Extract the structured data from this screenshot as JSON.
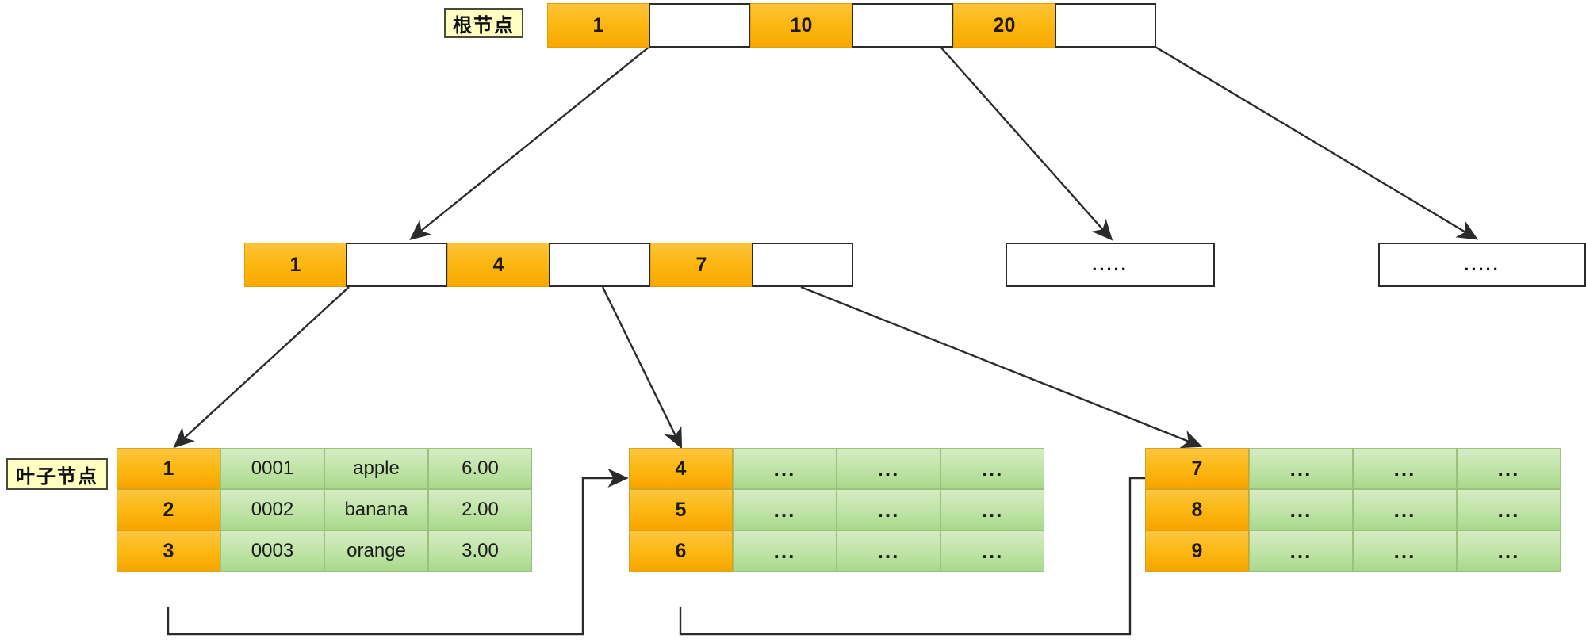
{
  "diagram": {
    "title": "B+ Tree index structure",
    "colors": {
      "key_orange": "#fcb813",
      "leaf_green": "#bfe3a6",
      "tag_yellow": "#ffffc2",
      "line_black": "#2b2b2b"
    }
  },
  "labels": {
    "root": "根节点",
    "leaf": "叶子节点"
  },
  "root_node": {
    "cells": [
      {
        "type": "key",
        "text": "1"
      },
      {
        "type": "pointer",
        "text": ""
      },
      {
        "type": "key",
        "text": "10"
      },
      {
        "type": "pointer",
        "text": ""
      },
      {
        "type": "key",
        "text": "20"
      },
      {
        "type": "pointer",
        "text": ""
      }
    ]
  },
  "branch_node": {
    "cells": [
      {
        "type": "key",
        "text": "1"
      },
      {
        "type": "pointer",
        "text": ""
      },
      {
        "type": "key",
        "text": "4"
      },
      {
        "type": "pointer",
        "text": ""
      },
      {
        "type": "key",
        "text": "7"
      },
      {
        "type": "pointer",
        "text": ""
      }
    ]
  },
  "placeholder_nodes": [
    {
      "text": "....."
    },
    {
      "text": "....."
    }
  ],
  "leaves": [
    {
      "rows": [
        {
          "key": "1",
          "cols": [
            "0001",
            "apple",
            "6.00"
          ]
        },
        {
          "key": "2",
          "cols": [
            "0002",
            "banana",
            "2.00"
          ]
        },
        {
          "key": "3",
          "cols": [
            "0003",
            "orange",
            "3.00"
          ]
        }
      ]
    },
    {
      "rows": [
        {
          "key": "4",
          "cols": [
            "...",
            "...",
            "..."
          ]
        },
        {
          "key": "5",
          "cols": [
            "...",
            "...",
            "..."
          ]
        },
        {
          "key": "6",
          "cols": [
            "...",
            "...",
            "..."
          ]
        }
      ]
    },
    {
      "rows": [
        {
          "key": "7",
          "cols": [
            "...",
            "...",
            "..."
          ]
        },
        {
          "key": "8",
          "cols": [
            "...",
            "...",
            "..."
          ]
        },
        {
          "key": "9",
          "cols": [
            "...",
            "...",
            "..."
          ]
        }
      ]
    }
  ]
}
